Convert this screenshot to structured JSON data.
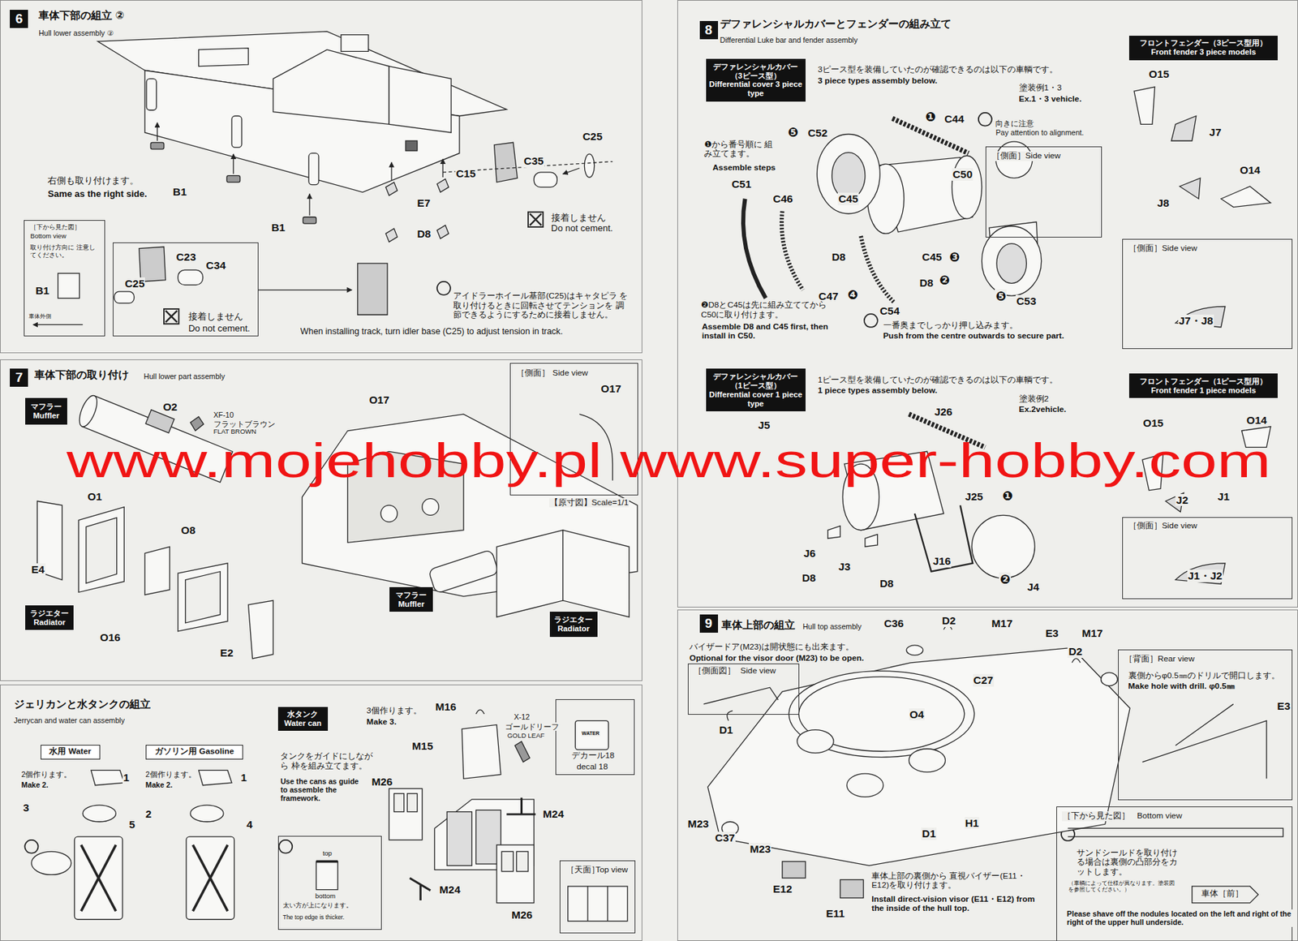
{
  "diagram": {
    "nodes": [
      {
        "text": [
          "車体下部の組立 ②",
          "Hull lower assembly ②"
        ]
      },
      {
        "text": [
          "［下から見た図］",
          "Bottom view",
          "取り付け方向に 注意してください。"
        ],
        "in": 0
      },
      {
        "text": [
          "接着しません",
          "Do not cement."
        ],
        "in": 0
      },
      {
        "text": [
          "車体下部の取り付け",
          "Hull lower part assembly"
        ]
      },
      {
        "text": [
          "マフラー",
          "Muffler"
        ],
        "in": 3
      },
      {
        "text": [
          "ラジエター",
          "Radiator"
        ],
        "in": 3
      },
      {
        "text": [
          "マフラー",
          "Muffler"
        ],
        "in": 3
      },
      {
        "text": [
          "ラジエター",
          "Radiator"
        ],
        "in": 3
      },
      {
        "text": [
          "［側面］",
          "Side view"
        ],
        "in": 3
      },
      {
        "text": [
          "ジェリカンと水タンクの組立",
          "Jerrycan and water can assembly"
        ]
      },
      {
        "text": [
          "水用 Water"
        ],
        "in": 9
      },
      {
        "text": [
          "ガソリン用 Gasoline"
        ],
        "in": 9
      },
      {
        "text": [
          "水タンク",
          "Water can"
        ],
        "in": 9
      },
      {
        "text": [
          "デカール18",
          "decal 18"
        ],
        "in": 9
      },
      {
        "text": [
          "太い方が上になります。",
          "The top edge is thicker."
        ],
        "in": 9
      },
      {
        "text": [
          "［天面］",
          "Top view"
        ],
        "in": 9
      },
      {
        "text": [
          "デファレンシャルカバーとフェンダーの組み立て",
          "Differential Luke bar and fender assembly"
        ]
      },
      {
        "text": [
          "デファレンシャルカバー（3ピース型）",
          "Differential cover 3 piece type"
        ],
        "in": 16
      },
      {
        "text": [
          "［側面］",
          "Side view"
        ],
        "in": 16
      },
      {
        "text": [
          "フロントフェンダー（3ピース型用）",
          "Front fender 3 piece models"
        ],
        "in": 16
      },
      {
        "text": [
          "［側面］",
          "Side view"
        ],
        "in": 16
      },
      {
        "text": [
          "デファレンシャルカバー（1ピース型）",
          "Differential cover 1 piece type"
        ],
        "in": 16
      },
      {
        "text": [
          "フロントフェンダー（1ピース型用）",
          "Front fender 1 piece models"
        ],
        "in": 16
      },
      {
        "text": [
          "［側面］",
          "Side view"
        ],
        "in": 16
      },
      {
        "text": [
          "車体上部の組立",
          "Hull top assembly"
        ]
      },
      {
        "text": [
          "［側面図］",
          "Side view"
        ],
        "in": 24
      },
      {
        "text": [
          "［背面］",
          "Rear view"
        ],
        "in": 24
      },
      {
        "text": [
          "［下から見た図］",
          "Bottom view"
        ],
        "in": 24
      }
    ],
    "labels": [
      "6",
      "右側も取り付けます。",
      "Same as the right side.",
      "B1",
      "B1",
      "C25",
      "C35",
      "C15",
      "E7",
      "D8",
      "接着しません",
      "Do not cement.",
      "B1",
      "車体外側",
      "C23",
      "C34",
      "C25",
      "アイドラーホイール基部(C25)はキャタピラ を取り付けるときに回転させてテンションを 調節できるようにするために接着しません。",
      "When installing track, turn idler base (C25) to adjust tension in track.",
      "7",
      "O2",
      "XF-10",
      "フラットブラウン",
      "FLAT BROWN",
      "O1",
      "O17",
      "E4",
      "O8",
      "O16",
      "E2",
      "O17",
      "【原寸図】Scale=1/1",
      "2個作ります。",
      "Make 2.",
      "1",
      "3",
      "5",
      "2個作ります。",
      "Make 2.",
      "1",
      "2",
      "4",
      "3個作ります。",
      "Make 3.",
      "M16",
      "X-12",
      "ゴールドリーフ",
      "GOLD LEAF",
      "M15",
      "タンクをガイドにしながら 枠を組み立てます。",
      "Use the cans as guide to assemble the framework.",
      "M26",
      "M24",
      "M24",
      "M26",
      "WATER",
      "top",
      "bottom",
      "8",
      "3ピース型を装備していたのが確認できるのは以下の車輌です。",
      "3 piece types assembly below.",
      "塗装例1・3",
      "Ex.1・3 vehicle.",
      "❶",
      "C44",
      "向きに注意",
      "Pay attention to alignment.",
      "❺",
      "C52",
      "❶から番号順に 組み立てます。",
      "Assemble steps",
      "C51",
      "C46",
      "C45",
      "C50",
      "D8",
      "C45",
      "❸",
      "D8",
      "❷",
      "C47",
      "❹",
      "C54",
      "❺",
      "C53",
      "❷D8とC45は先に組み立ててからC50に取り付けます。",
      "Assemble D8 and C45 first, then install in C50.",
      "一番奥までしっかり押し込みます。",
      "Push from the centre outwards to secure part.",
      "O15",
      "J7",
      "O14",
      "J8",
      "J7・J8",
      "1ピース型を装備していたのが確認できるのは以下の車輌です。",
      "1 piece types assembly below.",
      "塗装例2",
      "Ex.2vehicle.",
      "J26",
      "J5",
      "J25",
      "❶",
      "J6",
      "J3",
      "D8",
      "J16",
      "D8",
      "❷",
      "J4",
      "O15",
      "O14",
      "J1",
      "J2",
      "J1・J2",
      "9",
      "C36",
      "D2",
      "M17",
      "E3",
      "M17",
      "D2",
      "バイザードア(M23)は開状態にも出来ます。",
      "Optional for the visor door (M23) to be open.",
      "C27",
      "O4",
      "D1",
      "M23",
      "C37",
      "M23",
      "D1",
      "H1",
      "E12",
      "E11",
      "車体上部の裏側から 直視バイザー(E11・E12)を取り付けます。",
      "Install direct-vision visor (E11・E12) from the inside of the hull top.",
      "裏側からφ0.5㎜のドリルで開口します。",
      "Make hole with drill. φ0.5㎜",
      "E3",
      "サンドシールドを取り付ける場合は裏側の凸部分をカットします。",
      "（車輌によって仕様が異なります。塗装図を参照してください。）",
      "車体［前］",
      "Please shave off the nodules located on the left and right of the right of the upper hull underside.",
      "www.mojehobby.pl www.super-hobby.com"
    ]
  }
}
